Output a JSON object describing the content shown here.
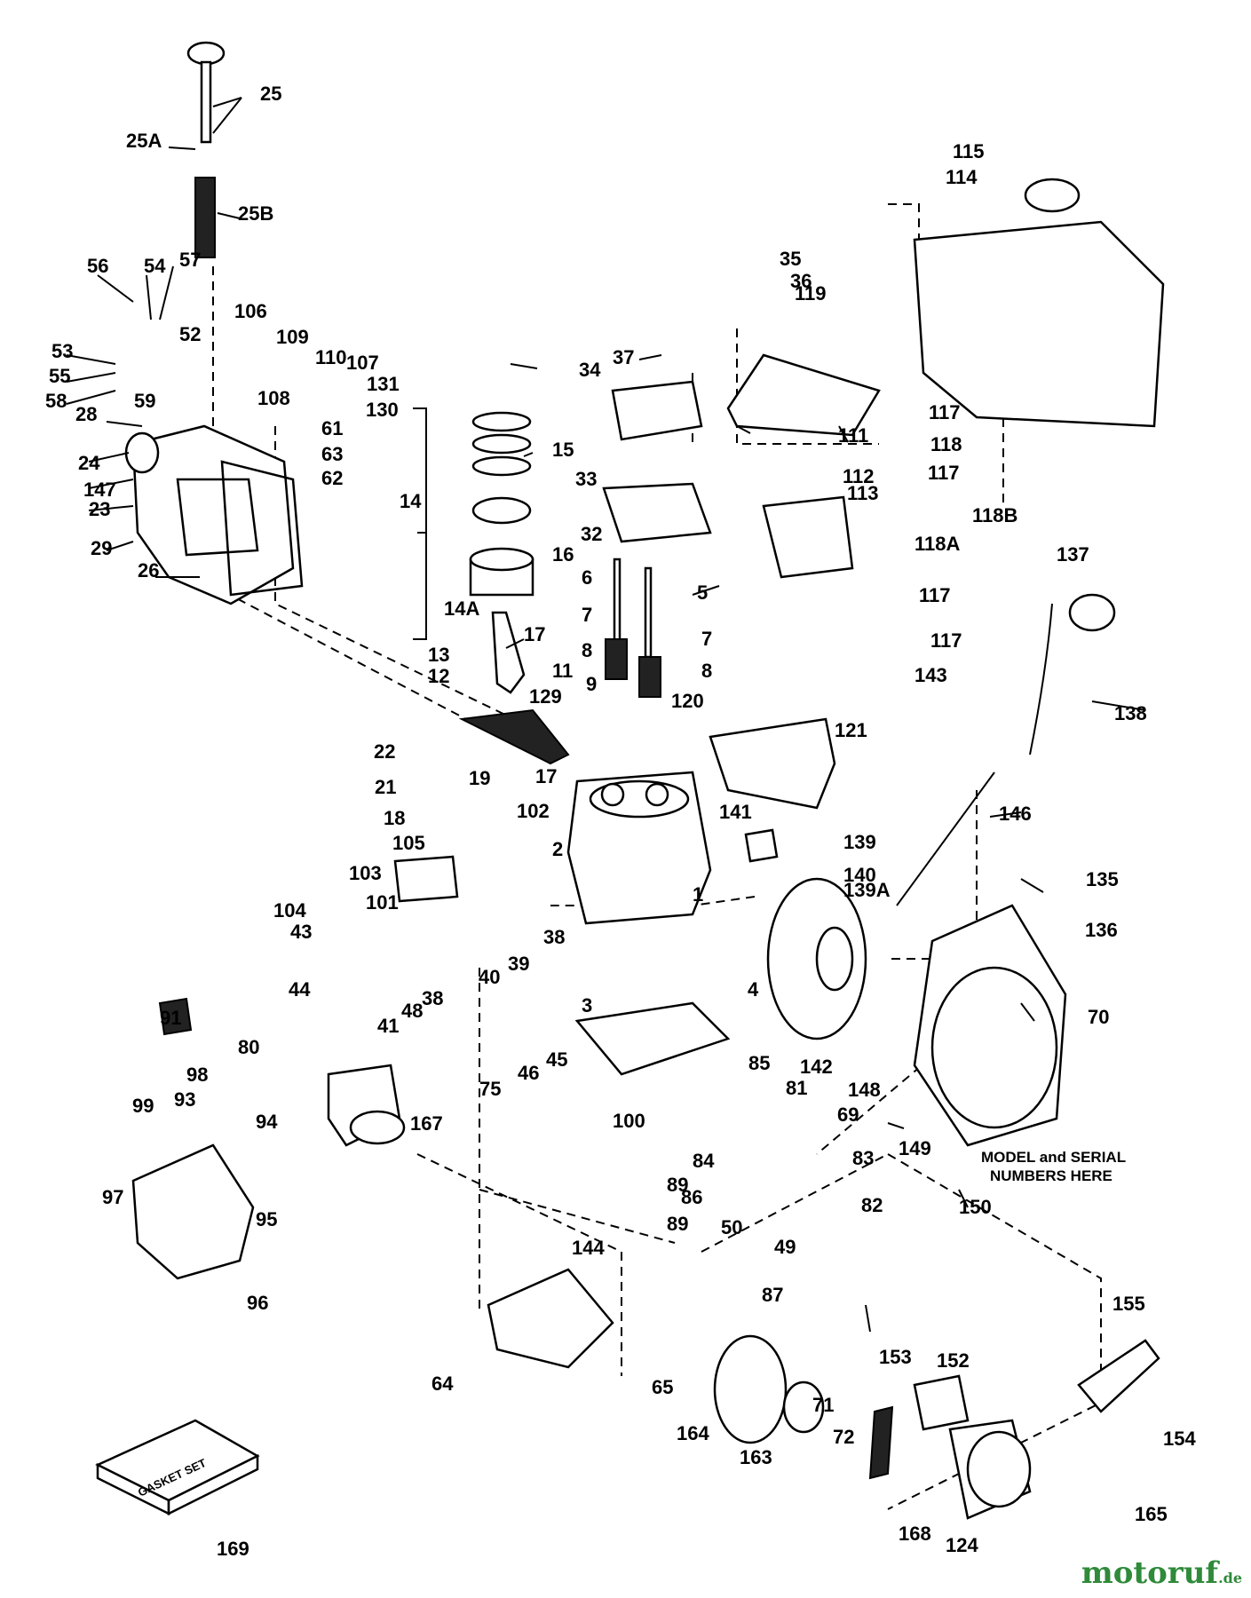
{
  "labels": [
    "1",
    "2",
    "3",
    "4",
    "5",
    "6",
    "7",
    "7",
    "8",
    "8",
    "9",
    "11",
    "12",
    "13",
    "14",
    "14A",
    "15",
    "16",
    "17",
    "17",
    "18",
    "19",
    "21",
    "22",
    "23",
    "24",
    "25",
    "25A",
    "25B",
    "26",
    "28",
    "29",
    "32",
    "33",
    "34",
    "35",
    "36",
    "37",
    "38",
    "38",
    "39",
    "40",
    "41",
    "43",
    "44",
    "45",
    "46",
    "48",
    "49",
    "50",
    "52",
    "53",
    "54",
    "55",
    "56",
    "57",
    "58",
    "59",
    "61",
    "62",
    "63",
    "64",
    "65",
    "69",
    "70",
    "71",
    "72",
    "75",
    "80",
    "81",
    "82",
    "83",
    "84",
    "85",
    "86",
    "87",
    "89",
    "89",
    "91",
    "93",
    "94",
    "95",
    "96",
    "97",
    "98",
    "99",
    "100",
    "101",
    "102",
    "103",
    "104",
    "105",
    "106",
    "107",
    "108",
    "109",
    "110",
    "111",
    "112",
    "113",
    "114",
    "115",
    "117",
    "117",
    "117",
    "117",
    "118",
    "118A",
    "118B",
    "119",
    "120",
    "121",
    "124",
    "129",
    "130",
    "131",
    "135",
    "136",
    "137",
    "138",
    "139",
    "139A",
    "140",
    "141",
    "142",
    "143",
    "144",
    "146",
    "147",
    "148",
    "149",
    "150",
    "152",
    "153",
    "154",
    "155",
    "163",
    "164",
    "165",
    "167",
    "168",
    "169"
  ],
  "note": [
    "MODEL and SERIAL",
    "NUMBERS HERE"
  ],
  "gasket_set_text": "GASKET SET",
  "watermark": {
    "main": "motoruf",
    "suffix": ".de"
  }
}
